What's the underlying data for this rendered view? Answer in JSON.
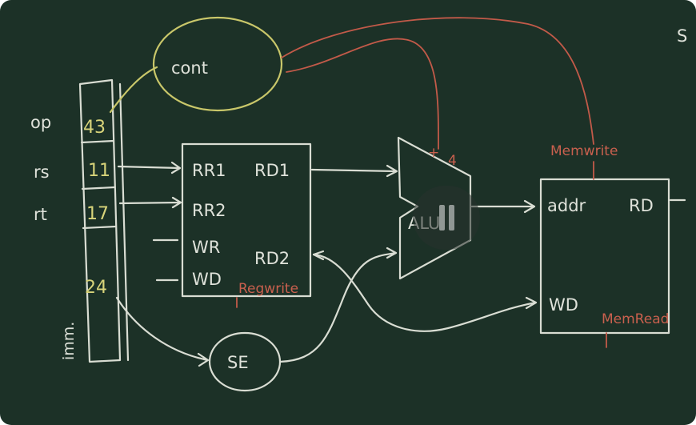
{
  "board": {
    "left_labels": [
      "op",
      "rs",
      "rt",
      "imm."
    ],
    "field_values": [
      "43",
      "11",
      "17",
      "24"
    ],
    "control_label": "cont",
    "register_file": {
      "inputs": [
        "RR1",
        "RR2",
        "WR",
        "WD"
      ],
      "outputs": [
        "RD1",
        "RD2"
      ],
      "control": "Regwrite"
    },
    "alu": {
      "label": "ALU",
      "op": "+",
      "result": "4"
    },
    "memory": {
      "inputs": [
        "addr",
        "WD"
      ],
      "output": "RD",
      "write_control": "Memwrite",
      "read_control": "MemRead"
    },
    "sign_extend": "SE",
    "edge_fragment": "S"
  },
  "video_overlay": {
    "icon": "pause-icon"
  }
}
